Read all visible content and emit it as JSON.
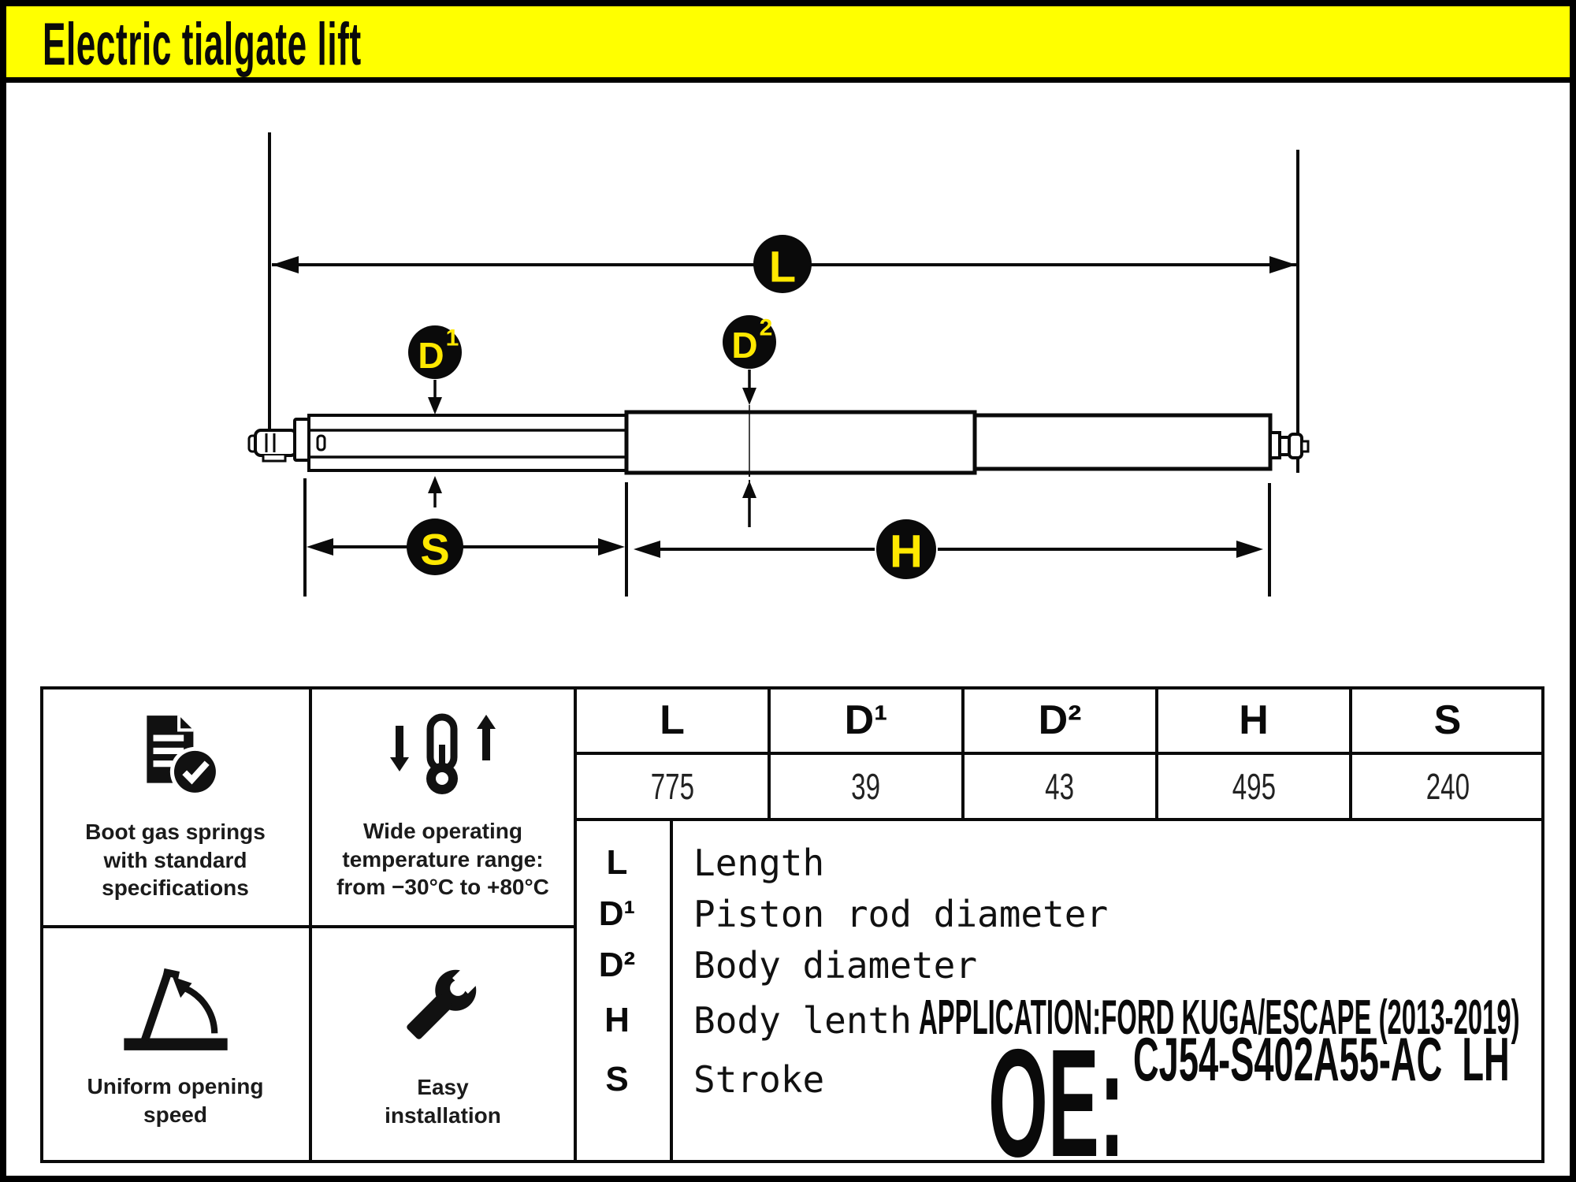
{
  "header": {
    "title": "Electric tialgate lift"
  },
  "colors": {
    "header_bg": "#FFFF00",
    "badge_bg": "#0a0a0a",
    "badge_text": "#FFE800",
    "line": "#0a0a0a"
  },
  "diagram": {
    "badges": {
      "l": "L",
      "d1_base": "D",
      "d1_sup": "1",
      "d2_base": "D",
      "d2_sup": "2",
      "s": "S",
      "h": "H"
    }
  },
  "features": [
    {
      "icon": "document-check-icon",
      "caption": "Boot gas springs\nwith standard\nspecifications"
    },
    {
      "icon": "thermometer-range-icon",
      "caption": "Wide operating\ntemperature range:\nfrom −30°C to +80°C"
    },
    {
      "icon": "opening-angle-icon",
      "caption": "Uniform opening\nspeed"
    },
    {
      "icon": "wrench-icon",
      "caption": "Easy\ninstallation"
    }
  ],
  "spec_table": {
    "columns": [
      "L",
      "D¹",
      "D²",
      "H",
      "S"
    ],
    "values": [
      "775",
      "39",
      "43",
      "495",
      "240"
    ]
  },
  "legend": [
    {
      "symbol": "L",
      "description": "Length"
    },
    {
      "symbol": "D¹",
      "description": "Piston rod diameter"
    },
    {
      "symbol": "D²",
      "description": "Body diameter"
    },
    {
      "symbol": "H",
      "description": "Body lenth"
    },
    {
      "symbol": "S",
      "description": "Stroke"
    }
  ],
  "application": "APPLICATION:FORD KUGA/ESCAPE (2013-2019)",
  "oe": {
    "label": "OE:",
    "number": "CJ54-S402A55-AC  LH"
  }
}
